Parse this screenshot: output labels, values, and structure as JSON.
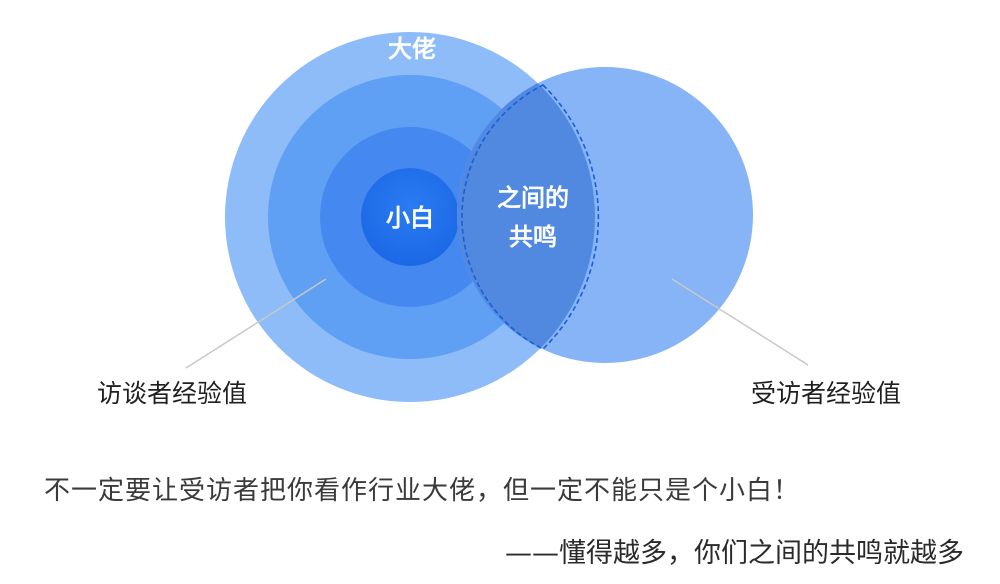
{
  "diagram": {
    "outer_label": "大佬",
    "inner_label": "小白",
    "overlap_label_line1": "之间的",
    "overlap_label_line2": "共鸣",
    "left_caption": "访谈者经验值",
    "right_caption": "受访者经验值",
    "colors": {
      "outer_ring": "#8dbcf8",
      "ring2": "#5f9ff4",
      "ring3": "#4488f0",
      "core": "#1f70ec",
      "right_circle": "#86b4f6",
      "overlap": "#4c84de",
      "overlap_border": "#1a5fd8",
      "leader_line": "#c8c8c8"
    }
  },
  "quote": {
    "main": "不一定要让受访者把你看作行业大佬，但一定不能只是个小白！",
    "attribution": "——懂得越多，你们之间的共鸣就越多"
  }
}
